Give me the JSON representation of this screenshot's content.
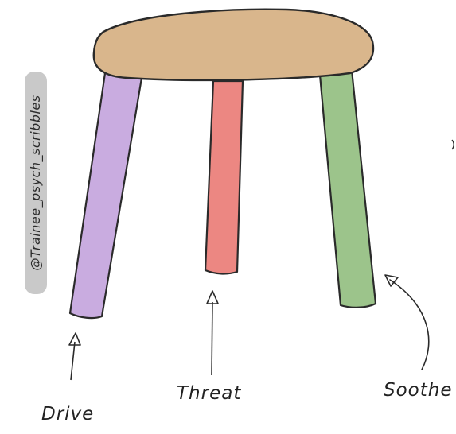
{
  "diagram": {
    "watermark": "@Trainee_psych_scribbles",
    "labels": {
      "drive": "Drive",
      "threat": "Threat",
      "soothe": "Soothe"
    },
    "colors": {
      "seat": "#d9b68c",
      "drive_leg": "#c9ace0",
      "threat_leg": "#ec8782",
      "soothe_leg": "#9cc48b",
      "outline": "#2a2a2a",
      "watermark_bg": "#c9c9c9"
    },
    "arrows": [
      {
        "target": "drive",
        "icon": "arrow-up-icon"
      },
      {
        "target": "threat",
        "icon": "arrow-up-icon"
      },
      {
        "target": "soothe",
        "icon": "curved-arrow-icon"
      }
    ]
  }
}
